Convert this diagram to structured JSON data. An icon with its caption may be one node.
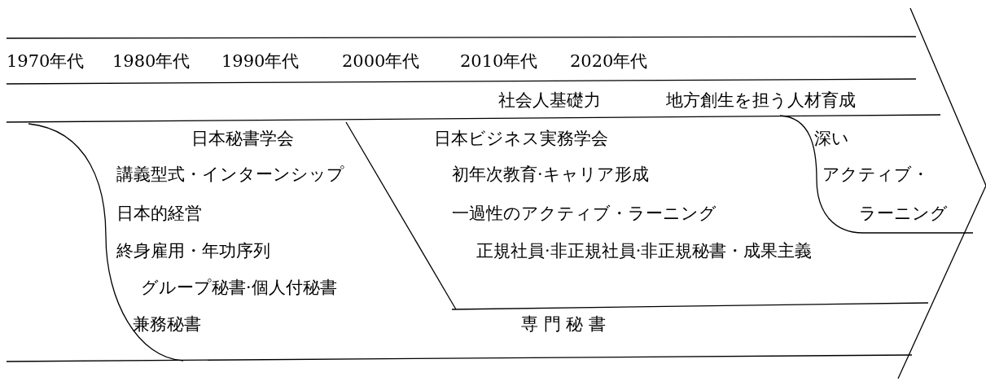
{
  "diagram": {
    "labels": [
      "1970年代",
      "1980年代",
      "1990年代",
      "2000年代",
      "2010年代",
      "2020年代",
      "社会人基礎力",
      "地方創生を担う人材育成",
      "日本秘書学会",
      "日本ビジネス実務学会",
      "深い",
      "講義型式・インターンシップ",
      "初年次教育·キャリア形成",
      "アクティブ・",
      "日本的経営",
      "一過性のアクティブ・ラーニング",
      "ラーニング",
      "終身雇用・年功序列",
      "正規社員·非正規社員·非正規秘書・成果主義",
      "グループ秘書·個人付秘書",
      "兼務秘書",
      "専 門 秘 書"
    ]
  }
}
